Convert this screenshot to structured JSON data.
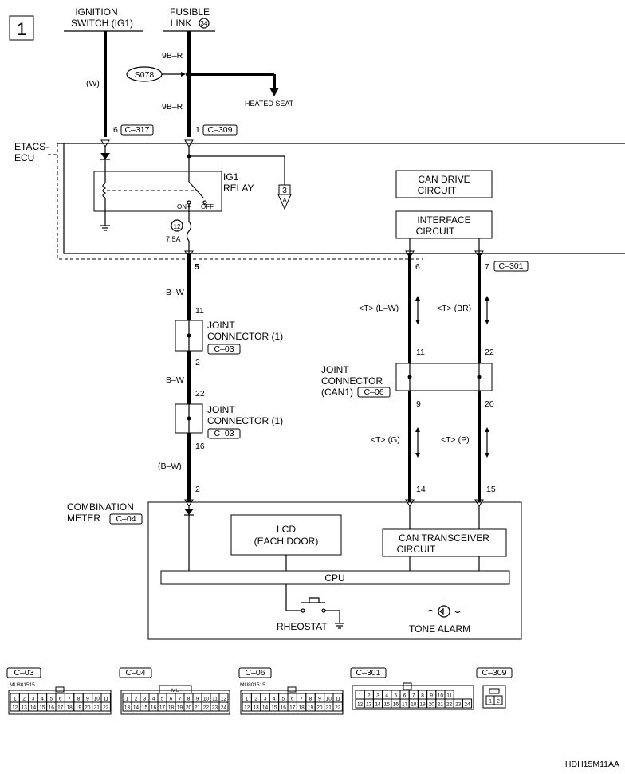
{
  "figure_number": "1",
  "sources": {
    "ignition_line1": "IGNITION",
    "ignition_line2": "SWITCH (IG1)",
    "fusible_line1": "FUSIBLE",
    "fusible_line2": "LINK",
    "fusible_number": "34"
  },
  "wires": {
    "w_label": "(W)",
    "top_9br": "9B–R",
    "mid_9br": "9B–R",
    "bw_1": "B–W",
    "bw_2": "B–W",
    "bw_3": "(B–W)",
    "lw": "<T> (L–W)",
    "br": "<T> (BR)",
    "g": "<T> (G)",
    "p": "<T> (P)"
  },
  "splice": {
    "id": "S078",
    "dest": "HEATED SEAT"
  },
  "pins": {
    "c317_pin": "6",
    "c317": "C–317",
    "c309_pin": "1",
    "c309": "C–309",
    "ecu_5": "5",
    "ecu_6": "6",
    "ecu_7": "7",
    "c301": "C–301",
    "jc1a_in": "11",
    "jc1a_out": "2",
    "jc1b_in": "22",
    "jc1b_out": "16",
    "can_11": "11",
    "can_22": "22",
    "can_9": "9",
    "can_20": "20",
    "meter_2": "2",
    "meter_14": "14",
    "meter_15": "15"
  },
  "etacs": {
    "label_line1": "ETACS-",
    "label_line2": "ECU",
    "relay_line1": "IG1",
    "relay_line2": "RELAY",
    "on": "ON",
    "off": "OFF",
    "fuse_number": "12",
    "fuse_rating": "7.5A",
    "ref_top": "3",
    "ref_bottom": "A",
    "can_drive_line1": "CAN DRIVE",
    "can_drive_line2": "CIRCUIT",
    "interface_line1": "INTERFACE",
    "interface_line2": "CIRCUIT"
  },
  "joint_connector_1a": {
    "line1": "JOINT",
    "line2": "CONNECTOR (1)",
    "code": "C–03"
  },
  "joint_connector_1b": {
    "line1": "JOINT",
    "line2": "CONNECTOR (1)",
    "code": "C–03"
  },
  "joint_connector_can": {
    "line1": "JOINT",
    "line2": "CONNECTOR",
    "line3": "(CAN1)",
    "code": "C–06"
  },
  "meter": {
    "line1": "COMBINATION",
    "line2": "METER",
    "code": "C–04",
    "lcd_line1": "LCD",
    "lcd_line2": "(EACH DOOR)",
    "can_tx_line1": "CAN TRANSCEIVER",
    "can_tx_line2": "CIRCUIT",
    "cpu": "CPU",
    "rheostat": "RHEOSTAT",
    "tone_alarm": "TONE ALARM"
  },
  "connectors": {
    "c03": {
      "code": "C–03",
      "part": "MU801515",
      "row1": [
        "1",
        "2",
        "3",
        "4",
        "5",
        "6",
        "7",
        "8",
        "9",
        "10",
        "11"
      ],
      "row2": [
        "12",
        "13",
        "14",
        "15",
        "16",
        "17",
        "18",
        "19",
        "20",
        "21",
        "22"
      ]
    },
    "c04": {
      "code": "C–04",
      "tab": "MU",
      "row1": [
        "1",
        "2",
        "3",
        "4",
        "5",
        "6",
        "7",
        "8",
        "9",
        "10",
        "11",
        "12"
      ],
      "row2": [
        "13",
        "14",
        "15",
        "16",
        "17",
        "18",
        "19",
        "20",
        "21",
        "22",
        "23",
        "24"
      ]
    },
    "c06": {
      "code": "C–06",
      "part": "MU801515",
      "row1": [
        "1",
        "2",
        "3",
        "4",
        "5",
        "6",
        "7",
        "8",
        "9",
        "10",
        "11"
      ],
      "row2": [
        "12",
        "13",
        "14",
        "15",
        "16",
        "17",
        "18",
        "19",
        "20",
        "21",
        "22"
      ]
    },
    "c301": {
      "code": "C–301",
      "row1": [
        "1",
        "2",
        "3",
        "4",
        "5",
        "6",
        "7",
        "8",
        "9",
        "10",
        "11"
      ],
      "row2": [
        "12",
        "13",
        "14",
        "15",
        "16",
        "17",
        "18",
        "19",
        "20",
        "21",
        "22",
        "23",
        "24"
      ]
    },
    "c309": {
      "code": "C–309",
      "row1": [
        "1",
        "2"
      ]
    }
  },
  "footer_code": "HDH15M11AA"
}
